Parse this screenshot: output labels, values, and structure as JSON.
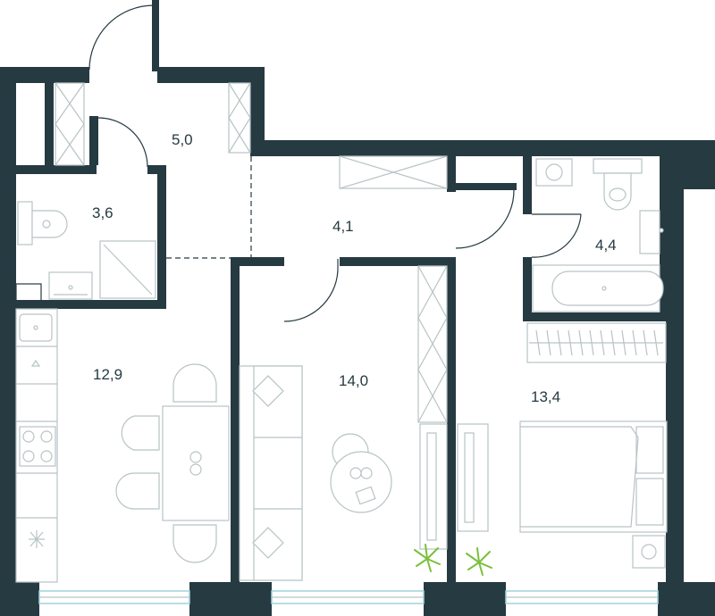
{
  "rooms": [
    {
      "id": "hall",
      "area": "5,0"
    },
    {
      "id": "wc",
      "area": "3,6"
    },
    {
      "id": "corridor",
      "area": "4,1"
    },
    {
      "id": "bathroom",
      "area": "4,4"
    },
    {
      "id": "kitchen",
      "area": "12,9"
    },
    {
      "id": "living",
      "area": "14,0"
    },
    {
      "id": "bedroom",
      "area": "13,4"
    }
  ],
  "colors": {
    "wall": "#263a42",
    "furniture": "#b8c3c5",
    "window_glass": "#9fd3dc",
    "plant": "#7bbf3c",
    "background": "#ffffff"
  }
}
